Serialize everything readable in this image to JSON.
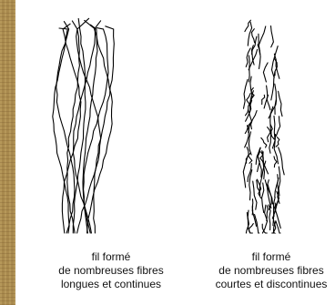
{
  "left_fiber": {
    "caption": [
      "fil formé",
      "de nombreuses fibres",
      "longues et continues"
    ]
  },
  "right_fiber": {
    "caption": [
      "fil formé",
      "de nombreuses fibres",
      "courtes et discontinues"
    ]
  }
}
